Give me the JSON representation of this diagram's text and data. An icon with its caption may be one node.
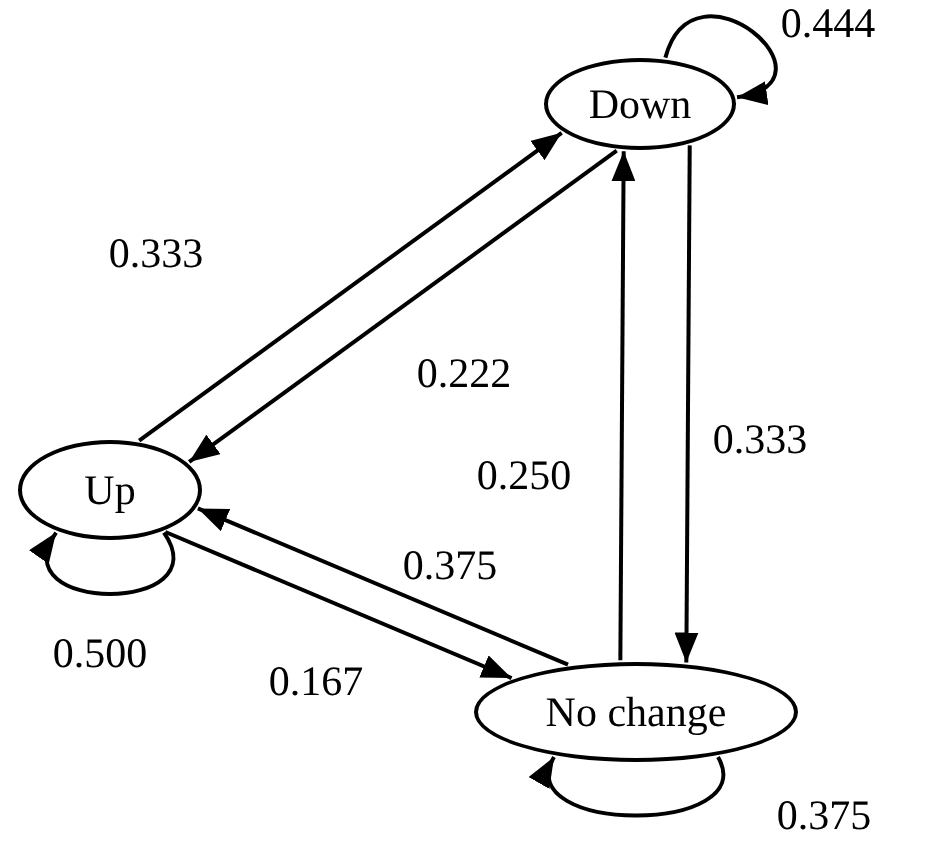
{
  "diagram": {
    "nodes": [
      {
        "text": [
          "Down"
        ]
      },
      {
        "text": [
          "Up"
        ]
      },
      {
        "text": [
          "No change"
        ]
      }
    ],
    "edges": [
      {
        "from": 0,
        "to": 0,
        "arrow": "to",
        "label": "0.444"
      },
      {
        "from": 1,
        "to": 0,
        "arrow": "to",
        "label": "0.333"
      },
      {
        "from": 0,
        "to": 1,
        "arrow": "to",
        "label": "0.222"
      },
      {
        "from": 0,
        "to": 2,
        "arrow": "to",
        "label": "0.333"
      },
      {
        "from": 2,
        "to": 0,
        "arrow": "to",
        "label": "0.250"
      },
      {
        "from": 2,
        "to": 1,
        "arrow": "to",
        "label": "0.375"
      },
      {
        "from": 1,
        "to": 2,
        "arrow": "to",
        "label": "0.167"
      },
      {
        "from": 1,
        "to": 1,
        "arrow": "to",
        "label": "0.500"
      },
      {
        "from": 2,
        "to": 2,
        "arrow": "to",
        "label": "0.375"
      }
    ]
  }
}
